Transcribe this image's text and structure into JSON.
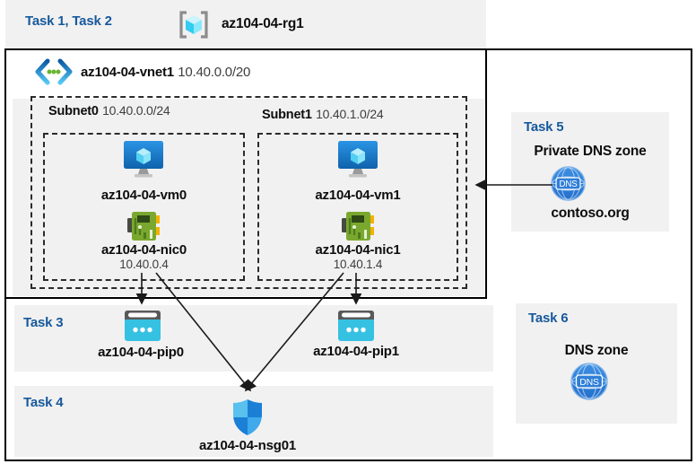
{
  "diagram": {
    "header": {
      "tasks_label": "Task 1, Task 2",
      "resource_group": "az104-04-rg1"
    },
    "vnet": {
      "name": "az104-04-vnet1",
      "cidr": "10.40.0.0/20"
    },
    "subnets": [
      {
        "name": "Subnet0",
        "cidr": "10.40.0.0/24",
        "vm": "az104-04-vm0",
        "nic": "az104-04-nic0",
        "ip": "10.40.0.4"
      },
      {
        "name": "Subnet1",
        "cidr": "10.40.1.0/24",
        "vm": "az104-04-vm1",
        "nic": "az104-04-nic1",
        "ip": "10.40.1.4"
      }
    ],
    "task3": {
      "label": "Task 3",
      "pip0": "az104-04-pip0",
      "pip1": "az104-04-pip1"
    },
    "task4": {
      "label": "Task 4",
      "nsg": "az104-04-nsg01"
    },
    "task5": {
      "label": "Task 5",
      "title": "Private DNS zone",
      "zone_name": "contoso.org"
    },
    "task6": {
      "label": "Task 6",
      "title": "DNS zone"
    },
    "edges": [
      {
        "from": "az104-04-nic0",
        "to": "az104-04-pip0"
      },
      {
        "from": "az104-04-nic0",
        "to": "az104-04-nsg01"
      },
      {
        "from": "az104-04-nic1",
        "to": "az104-04-nsg01"
      },
      {
        "from": "az104-04-nic1",
        "to": "az104-04-pip1"
      },
      {
        "from": "contoso.org (Private DNS zone)",
        "to": "Subnet1"
      }
    ],
    "colors": {
      "task_heading": "#17599C",
      "panel_bg": "#F1F1F1",
      "vm_blue": "#1B7FD6",
      "nic_green": "#7AA82F",
      "pip_cyan": "#35C1E2",
      "nsg_blue_light": "#5AC0EE",
      "nsg_blue_dark": "#1B7FD6",
      "dns_blue": "#2F7ED8"
    }
  }
}
